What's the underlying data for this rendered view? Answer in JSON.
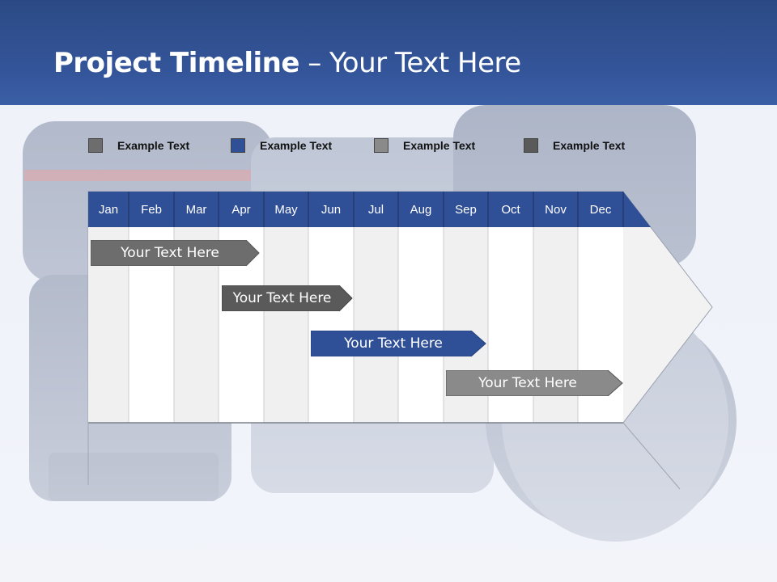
{
  "slide": {
    "title_bold": "Project Timeline",
    "title_rest": " – Your Text Here"
  },
  "legend": [
    {
      "label": "Example Text",
      "color": "#6d6d6d"
    },
    {
      "label": "Example Text",
      "color": "#2f4f97"
    },
    {
      "label": "Example Text",
      "color": "#8a8a8a"
    },
    {
      "label": "Example Text",
      "color": "#5a5a5a"
    }
  ],
  "timeline": {
    "months": [
      "Jan",
      "Feb",
      "Mar",
      "Apr",
      "May",
      "Jun",
      "Jul",
      "Aug",
      "Sep",
      "Oct",
      "Nov",
      "Dec"
    ],
    "header_color": "#2f4f97",
    "tasks": [
      {
        "label": "Your  Text Here",
        "color": "#6d6d6d"
      },
      {
        "label": "Your  Text Here",
        "color": "#5a5a5a"
      },
      {
        "label": "Your  Text Here",
        "color": "#2f4f97"
      },
      {
        "label": "Your  Text Here",
        "color": "#8a8a8a"
      }
    ]
  }
}
